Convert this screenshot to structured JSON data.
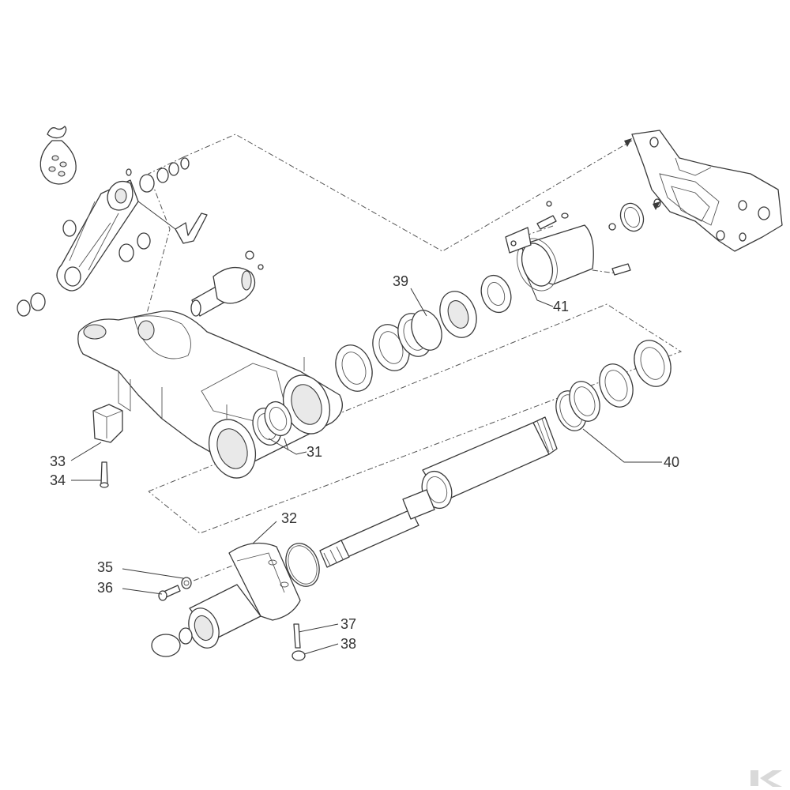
{
  "callouts": {
    "c31": "31",
    "c32": "32",
    "c33": "33",
    "c34": "34",
    "c35": "35",
    "c36": "36",
    "c37": "37",
    "c38": "38",
    "c39": "39",
    "c40": "40",
    "c41": "41"
  },
  "logo": {
    "text": "K",
    "color": "#d9d9d9"
  },
  "colors": {
    "line": "#3a3a3a",
    "fill": "#ffffff",
    "shade": "#e9e9e9"
  }
}
